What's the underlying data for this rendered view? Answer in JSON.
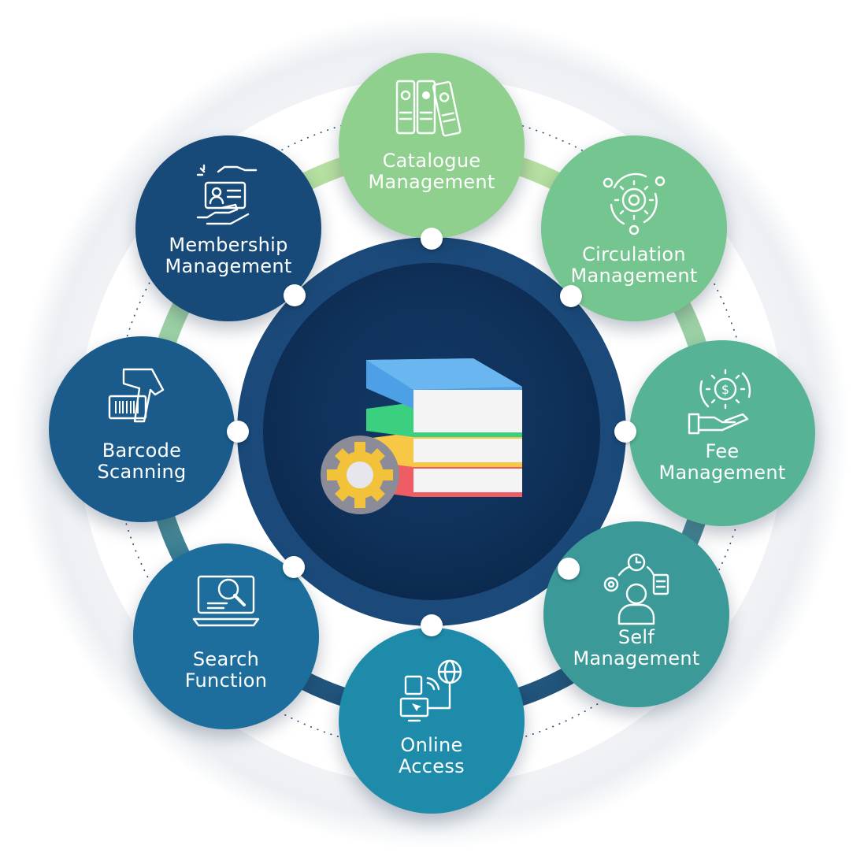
{
  "center": {
    "icon": "books-with-gear-icon"
  },
  "modules": [
    {
      "line1": "Catalogue",
      "line2": "Management",
      "icon": "binders-icon",
      "color": "#8fd08f"
    },
    {
      "line1": "Circulation",
      "line2": "Management",
      "icon": "gear-cycle-icon",
      "color": "#74c58f"
    },
    {
      "line1": "Fee",
      "line2": "Management",
      "icon": "fee-hand-gear-icon",
      "color": "#56b396"
    },
    {
      "line1": "Self",
      "line2": "Management",
      "icon": "self-management-person-icon",
      "color": "#3b9a98"
    },
    {
      "line1": "Online",
      "line2": "Access",
      "icon": "online-access-icon",
      "color": "#1f8bab"
    },
    {
      "line1": "Search",
      "line2": "Function",
      "icon": "laptop-search-icon",
      "color": "#1d6e9d"
    },
    {
      "line1": "Barcode",
      "line2": "Scanning",
      "icon": "barcode-scanner-icon",
      "color": "#1a5b8b"
    },
    {
      "line1": "Membership",
      "line2": "Management",
      "icon": "membership-card-icon",
      "color": "#174a79"
    }
  ]
}
